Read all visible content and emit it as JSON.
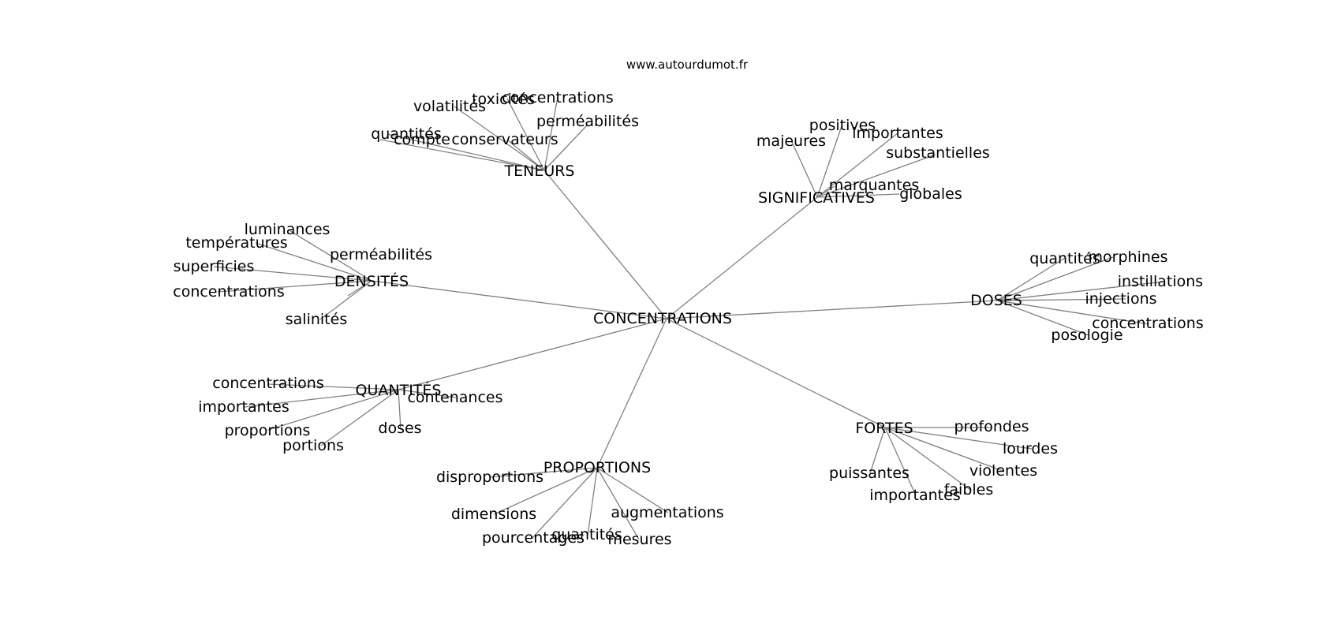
{
  "source": "www.autourdumot.fr",
  "colors": {
    "edge": "#808080",
    "text": "#000000",
    "background": "#ffffff"
  },
  "center": "CONCENTRATIONS",
  "hubs": [
    {
      "id": "teneurs",
      "label": "TENEURS",
      "leaves": [
        "volatilités",
        "toxicités",
        "concentrations",
        "perméabilités",
        "quantités",
        "compte",
        "conservateurs"
      ]
    },
    {
      "id": "significatives",
      "label": "SIGNIFICATIVES",
      "leaves": [
        "majeures",
        "positives",
        "importantes",
        "substantielles",
        "marquantes",
        "globales"
      ]
    },
    {
      "id": "densites",
      "label": "DENSITÉS",
      "leaves": [
        "luminances",
        "températures",
        "superficies",
        "concentrations",
        "perméabilités",
        "salinités"
      ]
    },
    {
      "id": "doses",
      "label": "DOSES",
      "leaves": [
        "quantités",
        "morphines",
        "instillations",
        "injections",
        "concentrations",
        "posologie"
      ]
    },
    {
      "id": "quantites",
      "label": "QUANTITÉS",
      "leaves": [
        "concentrations",
        "importantes",
        "proportions",
        "portions",
        "contenances",
        "doses"
      ]
    },
    {
      "id": "fortes",
      "label": "FORTES",
      "leaves": [
        "profondes",
        "lourdes",
        "violentes",
        "faibles",
        "importantes",
        "puissantes"
      ]
    },
    {
      "id": "proportions",
      "label": "PROPORTIONS",
      "leaves": [
        "disproportions",
        "dimensions",
        "pourcentages",
        "quantités",
        "mesures",
        "augmentations"
      ]
    }
  ]
}
